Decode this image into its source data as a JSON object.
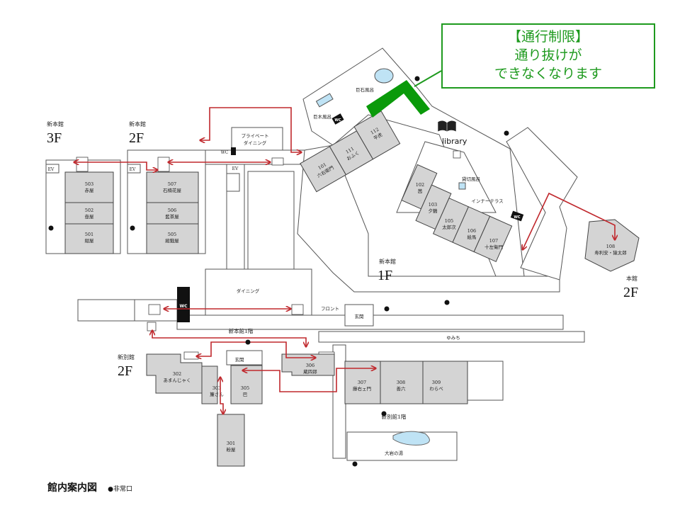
{
  "callout": {
    "line1": "【通行制限】",
    "line2": "通り抜けが",
    "line3": "できなくなります",
    "color": "#1e9a1e"
  },
  "legend": {
    "title": "館内案内図",
    "exit_symbol": "●",
    "exit_label": "非常口"
  },
  "floors": {
    "shin_honkan_3f": {
      "building": "新本館",
      "floor": "3F"
    },
    "shin_honkan_2f": {
      "building": "新本館",
      "floor": "2F"
    },
    "shin_honkan_1f": {
      "building": "新本館",
      "floor": "1F"
    },
    "honkan_2f": {
      "building": "本館",
      "floor": "2F"
    },
    "shin_bekkan_2f": {
      "building": "新別館",
      "floor": "2F"
    }
  },
  "rooms": {
    "r503": {
      "no": "503",
      "name": "赤屋"
    },
    "r502": {
      "no": "502",
      "name": "壺屋"
    },
    "r501": {
      "no": "501",
      "name": "紺屋"
    },
    "r507": {
      "no": "507",
      "name": "石楠花屋"
    },
    "r506": {
      "no": "506",
      "name": "藍茶屋"
    },
    "r505": {
      "no": "505",
      "name": "緞鍛屋"
    },
    "r101": {
      "no": "101",
      "name": "六右衛門"
    },
    "r111": {
      "no": "111",
      "name": "おふく"
    },
    "r112": {
      "no": "112",
      "name": "平虎"
    },
    "r102": {
      "no": "102",
      "name": "茜"
    },
    "r103": {
      "no": "103",
      "name": "夕鶴"
    },
    "r105": {
      "no": "105",
      "name": "太郎次"
    },
    "r106": {
      "no": "106",
      "name": "絵馬"
    },
    "r107": {
      "no": "107",
      "name": "十左衛門"
    },
    "r108": {
      "no": "108",
      "name": "寿利安・猿太郎"
    },
    "r302": {
      "no": "302",
      "name": "あまんじゃく"
    },
    "r303": {
      "no": "303",
      "name": "簾さん"
    },
    "r305": {
      "no": "305",
      "name": "巴"
    },
    "r306": {
      "no": "306",
      "name": "蔵四郎"
    },
    "r307": {
      "no": "307",
      "name": "藤右ェ門"
    },
    "r308": {
      "no": "308",
      "name": "善六"
    },
    "r309": {
      "no": "309",
      "name": "わらべ"
    },
    "r301": {
      "no": "301",
      "name": "粉屋"
    }
  },
  "facilities": {
    "kyoseki_buro": "巨石風呂",
    "kyoboku_buro": "巨木風呂",
    "kashikiri_buro": "貸切風呂",
    "inner_terrace": "インナーテラス",
    "private_dining_1": "プライベート",
    "private_dining_2": "ダイニング",
    "dining": "ダイニング",
    "front": "フロント",
    "entrance": "玄関",
    "entrance2": "玄関",
    "shin_honkan_1kai": "新本館1階",
    "yumichi": "ゆみち",
    "shin_bekkan_1kai": "新別館1階",
    "oiwa_no_yu": "大岩の湯",
    "library": "library",
    "wc": "WC",
    "ev": "EV"
  },
  "colors": {
    "route": "#c0282d",
    "room": "#d4d4d4",
    "restricted": "#0a9a0a"
  }
}
